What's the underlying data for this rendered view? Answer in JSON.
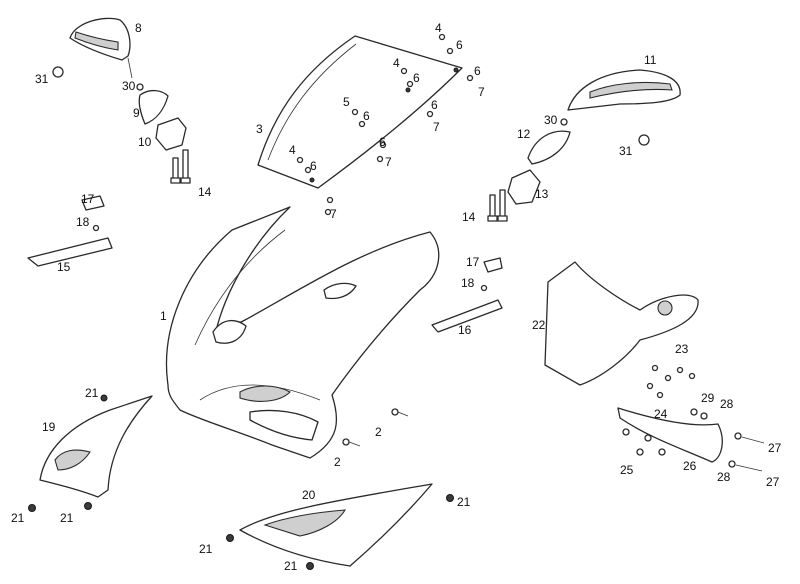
{
  "callouts": {
    "c1": "1",
    "c2a": "2",
    "c2b": "2",
    "c3": "3",
    "c4a": "4",
    "c4b": "4",
    "c4c": "4",
    "c5": "5",
    "c6a": "6",
    "c6b": "6",
    "c6c": "6",
    "c6d": "6",
    "c6e": "6",
    "c6f": "6",
    "c6g": "6",
    "c7a": "7",
    "c7b": "7",
    "c7c": "7",
    "c7d": "7",
    "c8": "8",
    "c9": "9",
    "c10": "10",
    "c11": "11",
    "c12": "12",
    "c13": "13",
    "c14a": "14",
    "c14b": "14",
    "c15": "15",
    "c16": "16",
    "c17a": "17",
    "c17b": "17",
    "c18a": "18",
    "c18b": "18",
    "c19": "19",
    "c20": "20",
    "c21a": "21",
    "c21b": "21",
    "c21c": "21",
    "c21d": "21",
    "c21e": "21",
    "c21f": "21",
    "c22": "22",
    "c23": "23",
    "c24": "24",
    "c25": "25",
    "c26": "26",
    "c27a": "27",
    "c27b": "27",
    "c28a": "28",
    "c28b": "28",
    "c29": "29",
    "c30a": "30",
    "c30b": "30",
    "c31a": "31",
    "c31b": "31"
  }
}
